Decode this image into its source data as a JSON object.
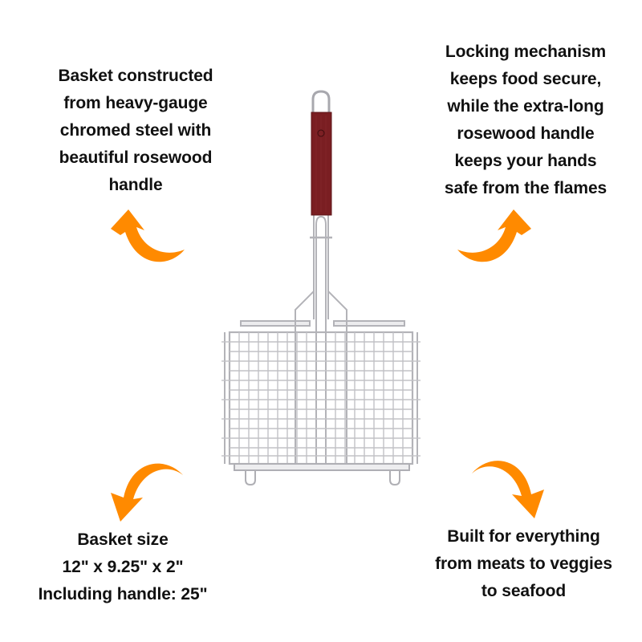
{
  "colors": {
    "arrow": "#FF8A00",
    "text": "#111111",
    "background": "#FFFFFF",
    "handle_wood": "#7A1E22",
    "chrome": "#B8B8BC"
  },
  "product": {
    "name": "grill-basket",
    "description": "Chrome wire grilling basket with rosewood handle"
  },
  "captions": {
    "top_left": {
      "lines": [
        "Basket constructed",
        "from heavy-gauge",
        "chromed steel with",
        "beautiful rosewood",
        "handle"
      ]
    },
    "top_right": {
      "lines": [
        "Locking mechanism",
        "keeps food secure,",
        "while the extra-long",
        "rosewood handle",
        "keeps your hands",
        "safe from the flames"
      ]
    },
    "bottom_left": {
      "lines": [
        "Basket size",
        "12\" x 9.25\" x 2\"",
        "Including handle: 25\""
      ]
    },
    "bottom_right": {
      "lines": [
        "Built for everything",
        "from meats to veggies",
        "to seafood"
      ]
    }
  },
  "icons": {
    "top_left_arrow": "curved-arrow-up-left",
    "top_right_arrow": "curved-arrow-up-right",
    "bottom_left_arrow": "curved-arrow-down-left",
    "bottom_right_arrow": "curved-arrow-down-right"
  }
}
